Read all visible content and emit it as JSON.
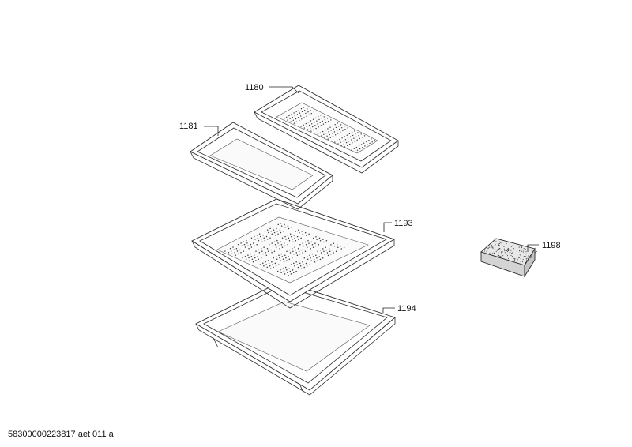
{
  "parts": [
    {
      "id": "1180",
      "label": "1180"
    },
    {
      "id": "1181",
      "label": "1181"
    },
    {
      "id": "1193",
      "label": "1193"
    },
    {
      "id": "1194",
      "label": "1194"
    },
    {
      "id": "1198",
      "label": "1198"
    }
  ],
  "footer": {
    "drawing_ref": "58300000223817 aet 011 a"
  }
}
